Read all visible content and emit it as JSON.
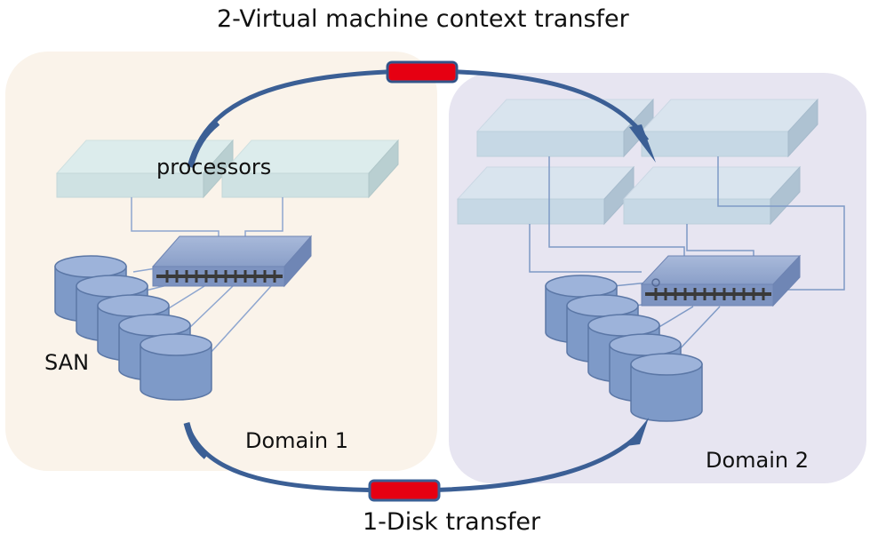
{
  "labels": {
    "title": "2-Virtual machine context transfer",
    "processors": "processors",
    "san": "SAN",
    "domain1": "Domain 1",
    "domain2": "Domain 2",
    "disk_transfer": "1-Disk transfer"
  },
  "colors": {
    "domain1_bg": "#faf3ea",
    "domain2_bg": "#e7e5f1",
    "processor_top": "#d7e9ea",
    "processor_front": "#cfe2e3",
    "processor_side": "#b9cfd1",
    "processor_top_2": "#d9e4ee",
    "processor_front_2": "#c6d8e5",
    "processor_side_2": "#aec2d2",
    "disk": "#7e9ac8",
    "disk_top": "#9db3da",
    "disk_stroke": "#5b77a6",
    "switch": "#8097c3",
    "arrow": "#3b5f95",
    "packet": "#e60012",
    "wire": "#7f9ac6"
  }
}
